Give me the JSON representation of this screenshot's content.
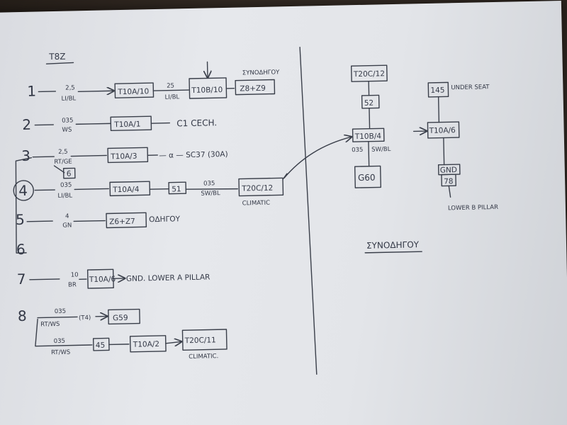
{
  "header": {
    "title": "T8Z"
  },
  "rows": [
    {
      "num": "1",
      "wire_top": "2,5",
      "wire_bot": "LI/BL",
      "box1": "T10A/10",
      "mid_top": "25",
      "mid_bot": "LI/BL",
      "box2": "T10B/10",
      "label": "ΣΥΝΟΔΗΓΟΥ",
      "box3": "Z8+Z9"
    },
    {
      "num": "2",
      "wire_top": "035",
      "wire_bot": "WS",
      "box1": "T10A/1",
      "tail": "C1 CECH."
    },
    {
      "num": "3",
      "wire_top": "2,5",
      "wire_bot": "RT/GE",
      "side_box": "6",
      "box1": "T10A/3",
      "tail": "— α — SC37 (30A)"
    },
    {
      "num": "4",
      "wire_top": "035",
      "wire_bot": "LI/BL",
      "box1": "T10A/4",
      "box2": "51",
      "mid_top": "035",
      "mid_bot": "SW/BL",
      "box3": "T20C/12",
      "label": "CLIMATIC"
    },
    {
      "num": "5",
      "wire_top": "4",
      "wire_bot": "GN",
      "box1": "Z6+Z7",
      "tail": "ΟΔΗΓΟΥ"
    },
    {
      "num": "6"
    },
    {
      "num": "7",
      "wire_top": "10",
      "wire_bot": "BR",
      "box1": "T10A/6",
      "tail": "GND. LOWER A PILLAR"
    },
    {
      "num": "8",
      "wire_top": "035",
      "wire_bot": "RT/WS",
      "tag": "(T4)",
      "box1": "G59",
      "wire2_top": "035",
      "wire2_bot": "RT/WS",
      "box2": "45",
      "box3": "T10A/2",
      "box4": "T20C/11",
      "label": "CLIMATIC."
    }
  ],
  "right": {
    "col1": {
      "top": "T20C/12",
      "mid": "52",
      "node": "T10B/4",
      "wire_top": "035",
      "wire_bot": "SW/BL",
      "bottom": "G60"
    },
    "col2": {
      "top": "145",
      "top_note": "UNDER SEAT",
      "node": "T10A/6",
      "gnd": "GND",
      "gnd_num": "78",
      "bottom": "LOWER B PILLAR"
    },
    "heading": "ΣΥΝΟΔΗΓΟΥ"
  }
}
